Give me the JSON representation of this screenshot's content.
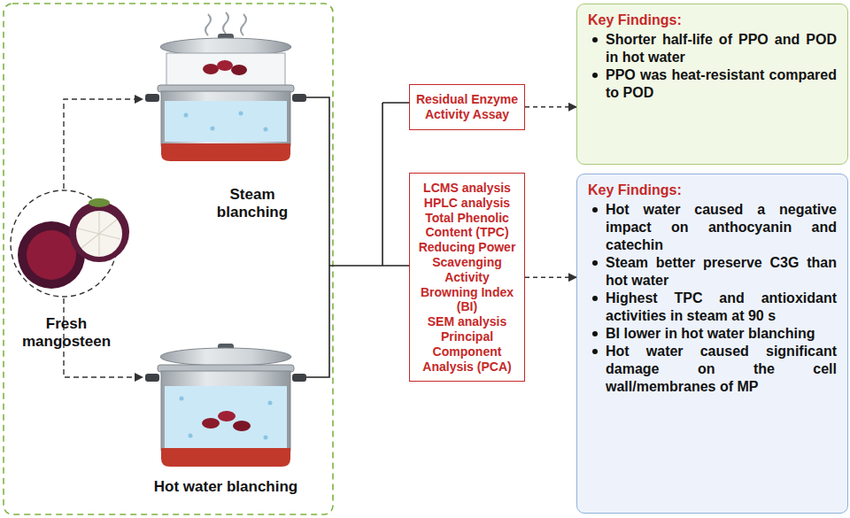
{
  "diagram": {
    "nodes": [
      {
        "text": [
          "Residual Enzyme Activity Assay"
        ]
      },
      {
        "text": [
          "Key Findings:",
          "Shorter half-life of PPO and POD in hot water",
          "PPO was heat-resistant compared to POD"
        ]
      },
      {
        "text": [
          "LCMS analysis",
          "HPLC analysis",
          "Total Phenolic Content (TPC)",
          "Reducing Power",
          "Scavenging Activity",
          "Browning Index (BI)",
          "SEM analysis",
          "Principal Component Analysis (PCA)"
        ]
      },
      {
        "text": [
          "Key Findings:",
          "Hot water caused a negative impact on anthocyanin and catechin",
          "Steam better preserve C3G than hot water",
          "Highest TPC and antioxidant activities in steam at 90 s",
          "BI lower in hot water blanching",
          "Hot water caused significant damage on the cell wall/membranes of MP"
        ]
      }
    ],
    "edges": [
      {
        "from": 0,
        "to": 1,
        "arrow": "to"
      },
      {
        "from": 2,
        "to": 3,
        "arrow": "to"
      }
    ],
    "labels": [
      "Steam blanching",
      "Fresh mangosteen",
      "Hot water blanching"
    ]
  }
}
